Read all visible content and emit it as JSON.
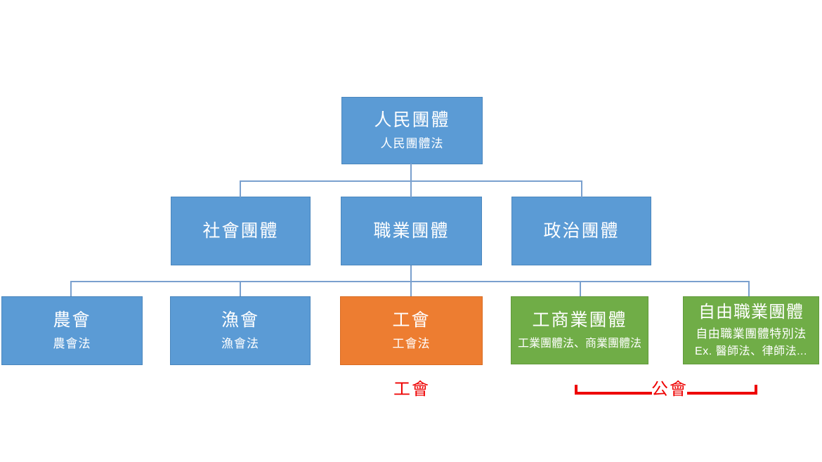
{
  "diagram": {
    "root": {
      "title": "人民團體",
      "subtitle": "人民團體法"
    },
    "level2": [
      {
        "title": "社會團體"
      },
      {
        "title": "職業團體"
      },
      {
        "title": "政治團體"
      }
    ],
    "level3": [
      {
        "title": "農會",
        "subtitle": "農會法"
      },
      {
        "title": "漁會",
        "subtitle": "漁會法"
      },
      {
        "title": "工會",
        "subtitle": "工會法"
      },
      {
        "title": "工商業團體",
        "subtitle": "工業團體法、商業團體法"
      },
      {
        "title": "自由職業團體",
        "subtitle": "自由職業團體特別法",
        "note": "Ex. 醫師法、律師法..."
      }
    ],
    "annotations": {
      "labor_union_label": "工會",
      "professional_association_label": "公會"
    },
    "colors": {
      "blue": "#5B9BD5",
      "orange": "#ED7D31",
      "green": "#70AD47",
      "connector": "#7AA0CE",
      "annotation_red": "#EE0000"
    }
  }
}
